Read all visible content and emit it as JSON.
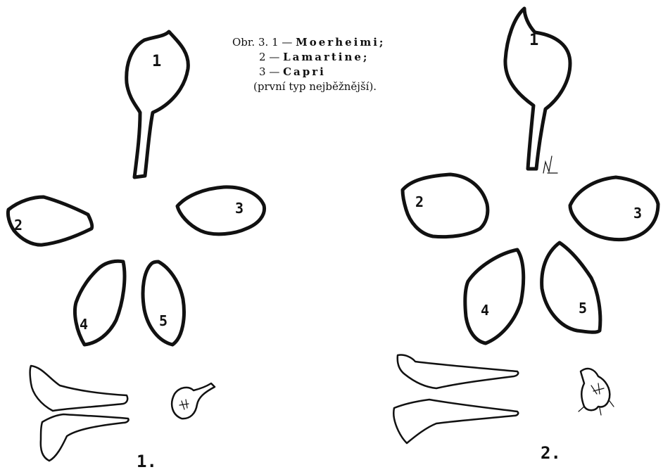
{
  "caption": {
    "prefix": "Obr. 3.",
    "items": [
      {
        "num": "1",
        "name": "Moerheimi;"
      },
      {
        "num": "2",
        "name": "Lamartine;"
      },
      {
        "num": "3",
        "name": "Capri"
      }
    ],
    "note": "(první typ nejběžnější)."
  },
  "figures": [
    {
      "label": "1.",
      "petal_labels": [
        "1",
        "2",
        "3",
        "4",
        "5"
      ]
    },
    {
      "label": "2.",
      "petal_labels": [
        "1",
        "2",
        "3",
        "4",
        "5"
      ]
    }
  ],
  "colors": {
    "ink": "#111111",
    "paper": "#ffffff"
  }
}
